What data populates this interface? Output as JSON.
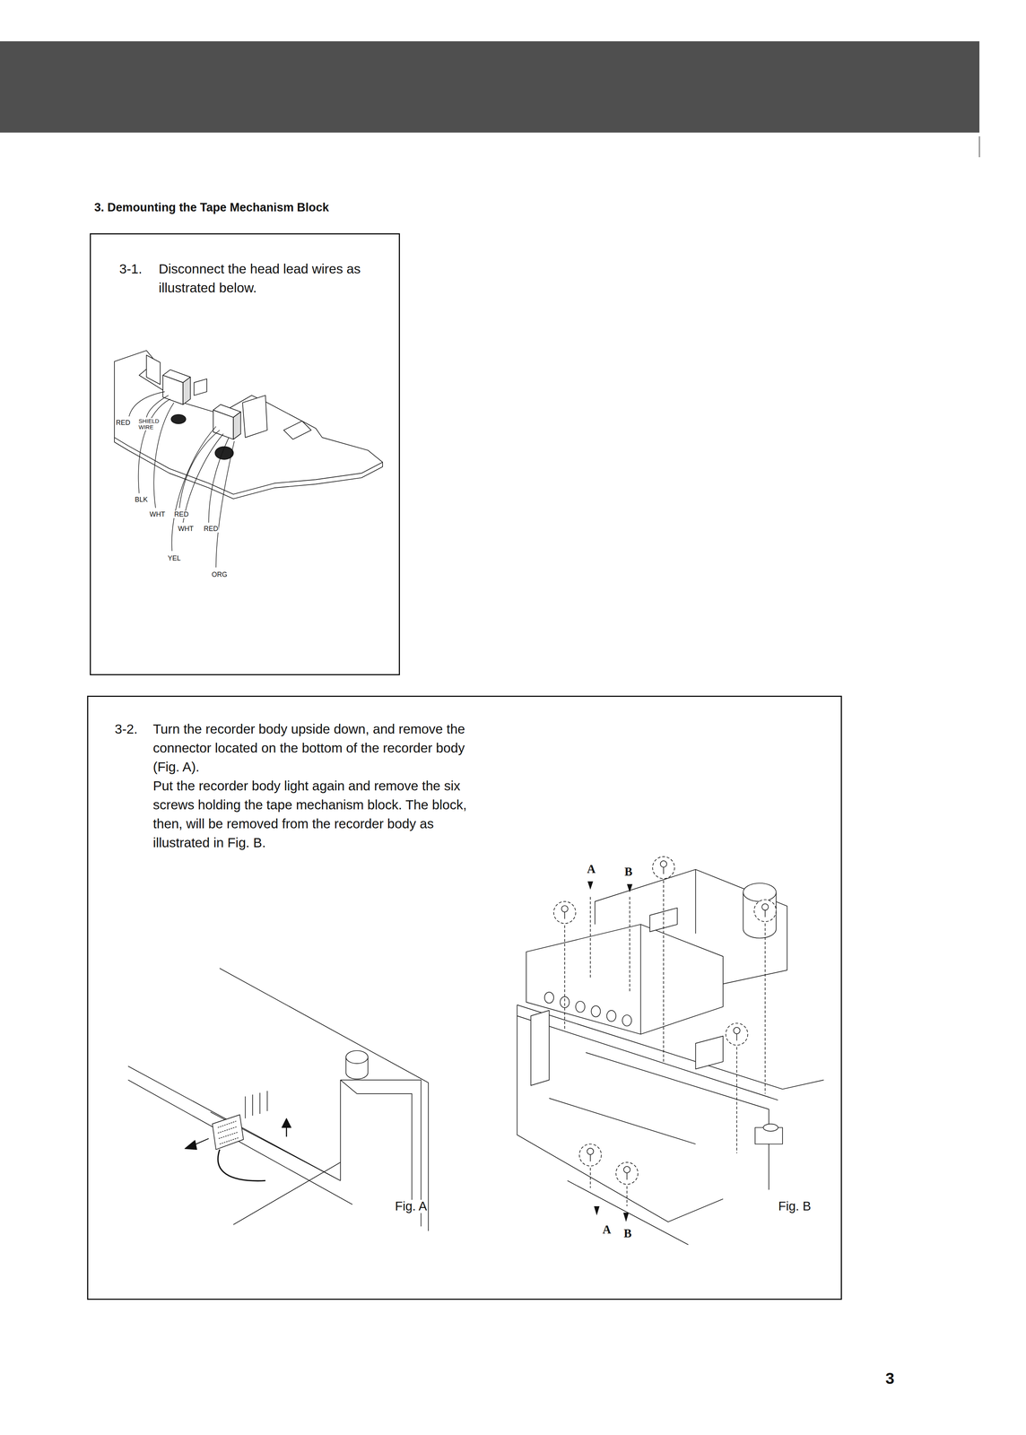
{
  "diagram": {
    "title": "3. Demounting the Tape Mechanism Block",
    "nodes": [
      {
        "text": [
          "3-1.",
          "Disconnect the head lead wires as illustrated below."
        ]
      },
      {
        "text": [
          "3-2.",
          "Turn the recorder body upside down, and remove the connector located on the bottom of the recorder body (Fig. A).",
          "Put the recorder body light again and remove the six screws holding the tape mechanism block. The block, then, will be removed from the recorder body as illustrated in Fig. B."
        ]
      }
    ],
    "labels": [
      "RED",
      "SHIELD WIRE",
      "BLK",
      "WHT",
      "RED",
      "WHT",
      "RED",
      "YEL",
      "ORG",
      "A",
      "B",
      "A",
      "B",
      "Fig. A",
      "Fig. B",
      "3"
    ]
  }
}
